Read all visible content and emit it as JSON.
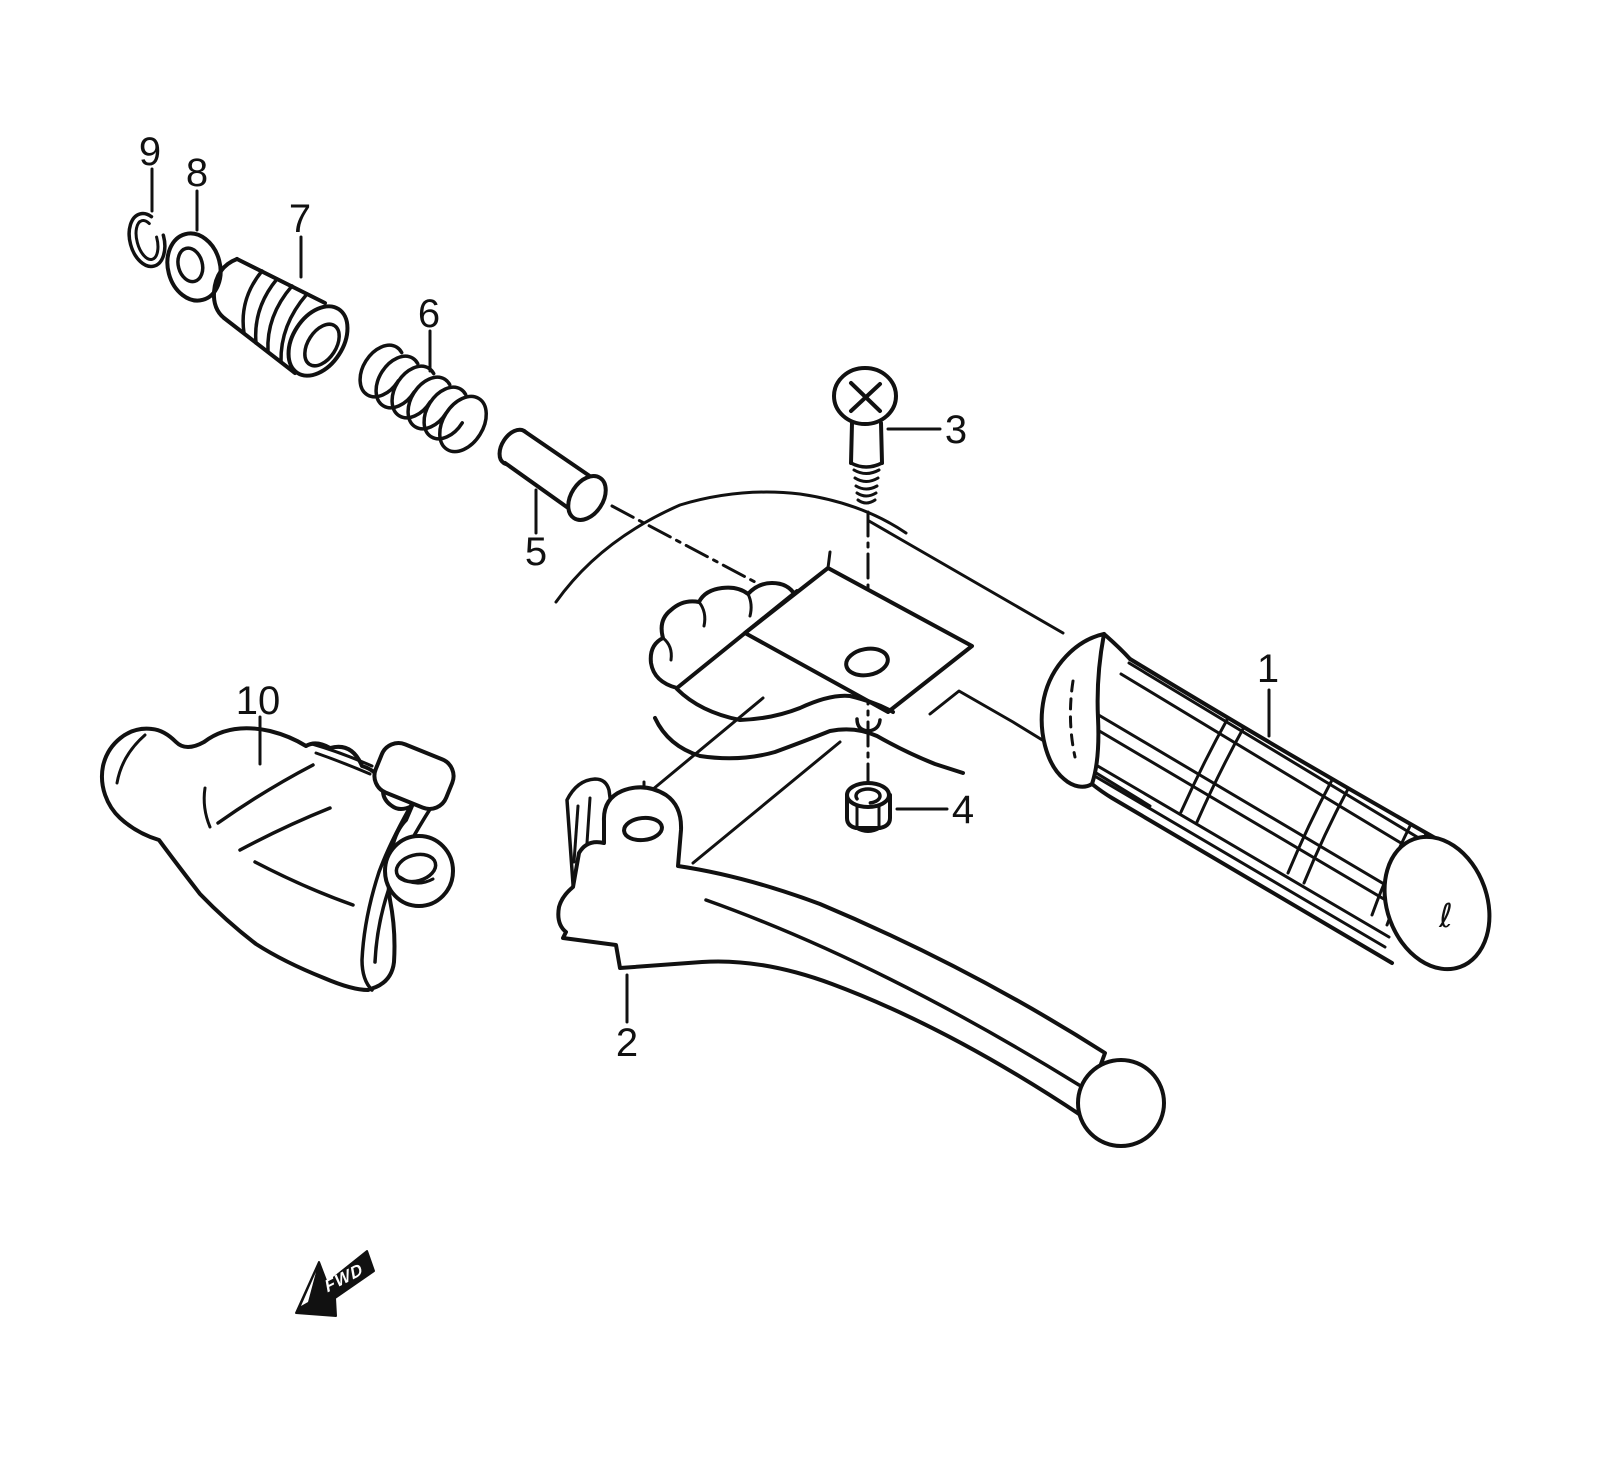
{
  "diagram": {
    "background_color": "#ffffff",
    "line_color": "#111111",
    "callouts": [
      {
        "label": "1"
      },
      {
        "label": "2"
      },
      {
        "label": "3"
      },
      {
        "label": "4"
      },
      {
        "label": "5"
      },
      {
        "label": "6"
      },
      {
        "label": "7"
      },
      {
        "label": "8"
      },
      {
        "label": "9"
      },
      {
        "label": "10"
      }
    ],
    "direction_marker": {
      "label": "FWD"
    },
    "grip_end_mark": "ℓ"
  }
}
